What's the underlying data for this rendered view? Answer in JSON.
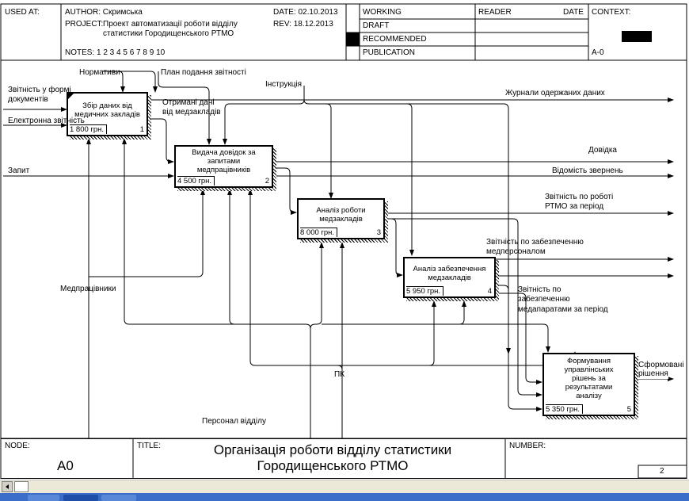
{
  "header": {
    "used_at": "USED AT:",
    "author": "AUTHOR:  Скримська",
    "date": "DATE:  02.10.2013",
    "project_label": "PROJECT:",
    "project_line1": "Проект автоматизації роботи відділу",
    "project_line2": "статистики Городищенського РТМО",
    "rev": "REV:    18.12.2013",
    "notes": "NOTES:  1  2  3  4  5  6  7  8  9  10",
    "working": "WORKING",
    "draft": "DRAFT",
    "recommended": "RECOMMENDED",
    "publication": "PUBLICATION",
    "reader": "READER",
    "date2": "DATE",
    "context": "CONTEXT:",
    "context_node": "A-0"
  },
  "boxes": [
    {
      "title": "Збір даних від медичних закладів",
      "cost": "1 800 грн.",
      "num": "1"
    },
    {
      "title": "Видача довідок за запитами медпрацівників",
      "cost": "4 500 грн.",
      "num": "2"
    },
    {
      "title": "Аналіз роботи медзакладів",
      "cost": "8 000 грн.",
      "num": "3"
    },
    {
      "title": "Аналіз забезпечення медзакладів",
      "cost": "5 950 грн.",
      "num": "4"
    },
    {
      "title": "Формування управлінських рішень за результатами аналізу",
      "cost": "5 350 грн.",
      "num": "5"
    }
  ],
  "labels": {
    "normatyvy": "Нормативи",
    "plan": "План подання звітності",
    "instrukcia": "Інструкція",
    "zvitnist_forma1": "Звітність у формі",
    "zvitnist_forma2": "документів",
    "elektronna": "Електронна звітність",
    "otrymani1": "Отримані дані",
    "otrymani2": "від медзакладів",
    "zhurnaly": "Журнали одержаних даних",
    "dovidka": "Довідка",
    "zapyt": "Запит",
    "vidomist": "Відомість звернень",
    "zvit_robota1": "Звітність по роботі",
    "zvit_robota2": "РТМО  за період",
    "zvit_personal1": "Звітність по забезпеченню",
    "zvit_personal2": "медперсоналом",
    "zvit_aparat1": "Звітність по",
    "zvit_aparat2": "забезпеченню",
    "zvit_aparat3": "медапаратами за період",
    "sformovani1": "Сформовані",
    "sformovani2": "рішення",
    "medpratsivnyky": "Медпрацівники",
    "pk": "ПК",
    "personal": "Персонал відділу"
  },
  "footer": {
    "node_label": "NODE:",
    "node_value": "A0",
    "title_label": "TITLE:",
    "title_line1": "Організація роботи відділу статистики",
    "title_line2": "Городищенського РТМО",
    "number_label": "NUMBER:",
    "page": "2"
  }
}
